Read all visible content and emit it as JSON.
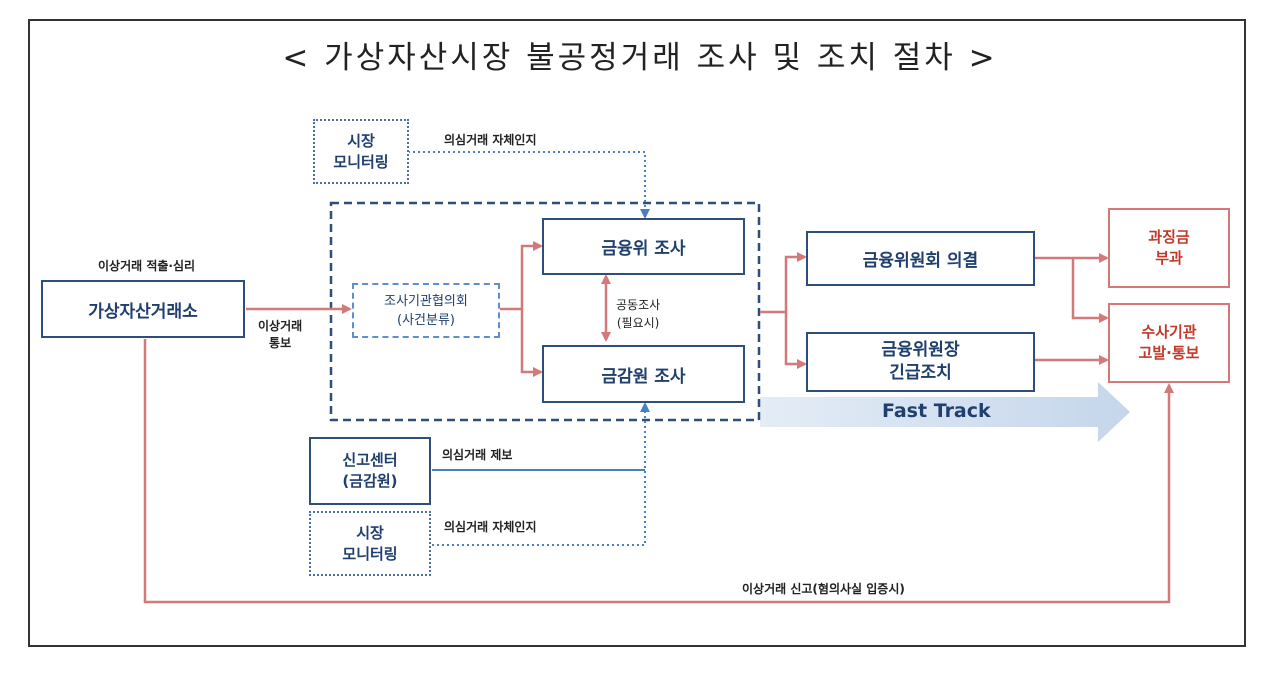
{
  "title": "< 가상자산시장 불공정거래 조사 및 조치 절차 >",
  "nodes": {
    "exchange": "가상자산거래소",
    "market_monitor_top": "시장\n모니터링",
    "council": "조사기관협의회\n(사건분류)",
    "fsc_investigation": "금융위 조사",
    "fss_investigation": "금감원 조사",
    "fsc_resolution": "금융위원회 의결",
    "fsc_chair_emergency": "금융위원장\n긴급조치",
    "penalty": "과징금\n부과",
    "prosecution": "수사기관\n고발·통보",
    "report_center": "신고센터\n(금감원)",
    "market_monitor_bottom": "시장\n모니터링"
  },
  "labels": {
    "abnormal_detect": "이상거래 적출·심리",
    "abnormal_notice": "이상거래\n통보",
    "suspicious_self_top": "의심거래 자체인지",
    "joint_investigation": "공동조사\n(필요시)",
    "suspicious_tip": "의심거래 제보",
    "suspicious_self_bottom": "의심거래 자체인지",
    "abnormal_report": "이상거래 신고(혐의사실 입증시)",
    "fast_track": "Fast Track"
  }
}
